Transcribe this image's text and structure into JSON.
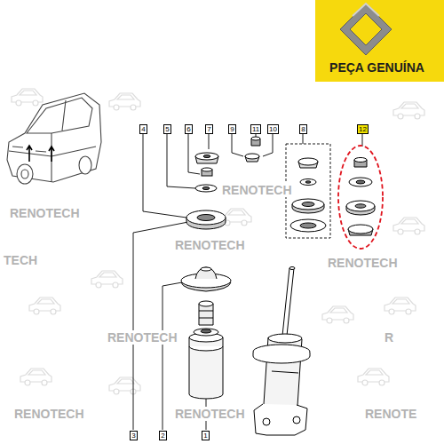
{
  "diagram": {
    "labels": [
      "PEÇA GENUÍNA",
      "4",
      "5",
      "6",
      "7",
      "9",
      "11",
      "10",
      "8",
      "12",
      "RENOTECH",
      "RENOTECH",
      "RENOTECH",
      "TECH",
      "RENOTECH",
      "RENOTECH",
      "R",
      "RENOTECH",
      "RENOTECH",
      "RENOTE",
      "3",
      "2",
      "1"
    ]
  }
}
